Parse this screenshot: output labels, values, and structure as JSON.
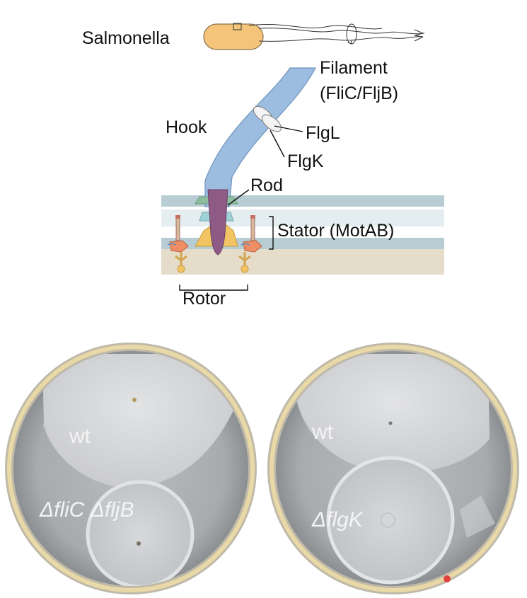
{
  "diagram": {
    "organism_label": "Salmonella",
    "filament_label_line1": "Filament",
    "filament_label_line2": "(FliC/FljB)",
    "hook_label": "Hook",
    "flgl_label": "FlgL",
    "flgk_label": "FlgK",
    "rod_label": "Rod",
    "stator_label": "Stator (MotAB)",
    "rotor_label": "Rotor"
  },
  "plates": [
    {
      "top_label": "wt",
      "bottom_label": "ΔfliC ΔfljB"
    },
    {
      "top_label": "wt",
      "bottom_label": "ΔflgK"
    }
  ],
  "colors": {
    "filament": "#9dbde0",
    "filament_edge": "#6f93bd",
    "rod": "#8e5a86",
    "membrane": "#b7cdd3",
    "membrane_light": "#e4eef0",
    "cytoplasm": "#e6dcca",
    "bacterium": "#f3c47a",
    "ring_green": "#8dbf9e",
    "ring_cyan": "#9fd2d6",
    "rotor_yellow": "#f2c464",
    "stator_orange": "#ef8e64"
  }
}
